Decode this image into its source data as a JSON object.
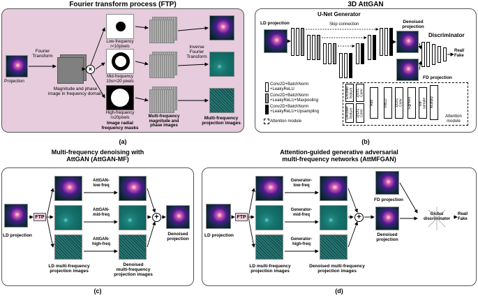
{
  "panel_a": {
    "title": "Fourier transform process (FTP)",
    "caption": "(a)",
    "projection": "Projection",
    "fourier_transform": "Fourier\nTransform",
    "magnitude_phase": "Magnitude and phase\nimage in frequency domain",
    "low_freq": "Low-frequency\nr<10pixels",
    "mid_freq": "Mid-frequency\n10≤r<20 pixels",
    "high_freq": "High-frequency\nr≥20pixels",
    "radial_masks": "Image radial\nfrequency masks",
    "multi_mag_phase": "Multi-frequency\nmagnitude and\nphase images",
    "inverse": "Inverse\nFourier\nTransform",
    "multi_proj": "Multi-frequency\nprojection images"
  },
  "panel_b": {
    "title": "3D AttGAN",
    "caption": "(b)",
    "unet": "U-Net Generator",
    "ld_projection": "LD projection",
    "skip": "Skip connection",
    "denoised": "Denoised\nprojection",
    "discriminator": "Discriminator",
    "real_fake": "Real/\nFake",
    "fd_projection": "FD projection",
    "legend_1": "Conv2D+BatchNorm\n+LeakyReLU",
    "legend_2": "Conv2D+BatchNorm\n+LeakyReLU+Maxpooling",
    "legend_3": "Conv2D+BatchNorm\n+LeakyReLU+Upsampling",
    "legend_4": "Attention module",
    "att_encoder": "Encoder\nfeature",
    "att_decoder": "Decoder\nfeature",
    "att_conv1": "1x1x1\nConv",
    "att_conv2": "1x1x1\nConv",
    "att_add": "Add",
    "att_relu": "ReLU",
    "att_conv3": "1x1x1\nConv",
    "att_sigmoid": "Sigmoid",
    "att_resample": "Re-\nsample",
    "att_multiply": "Multiply",
    "att_module": "Attention\nmodule"
  },
  "panel_c": {
    "title": "Multi-frequency denoising with\nAttGAN (AttGAN-MF)",
    "caption": "(c)",
    "ld_projection": "LD projection",
    "ftp": "FTP",
    "low": "AttGAN-\nlow-freq",
    "mid": "AttGAN-\nmid-freq",
    "high": "AttGAN-\nhigh-freq",
    "denoised": "Denoised\nprojection",
    "ld_multi": "LD multi-frequency\nprojection images",
    "denoised_multi": "Denoised\nmulti-frequency\nprojection images"
  },
  "panel_d": {
    "title": "Attention-guided generative adversarial\nmulti-frequency networks (AttMFGAN)",
    "caption": "(d)",
    "ld_projection": "LD projection",
    "ftp": "FTP",
    "low": "Generator-\nlow-freq",
    "mid": "Generator-\nmid-freq",
    "high": "Generator-\nhigh-freq",
    "fd_projection": "FD projection",
    "denoised": "Denoised\nprojection",
    "global_disc": "Global\ndiscriminator",
    "real_fake": "Real/\nFake",
    "ld_multi": "LD multi-frequency\nprojection images",
    "denoised_multi": "Denoised multi-frequency\nprojection images"
  },
  "colors": {
    "panel_a_bg": "#e6ccdc",
    "ftp_box": "#f1d3e0",
    "teal": "#14726c"
  }
}
